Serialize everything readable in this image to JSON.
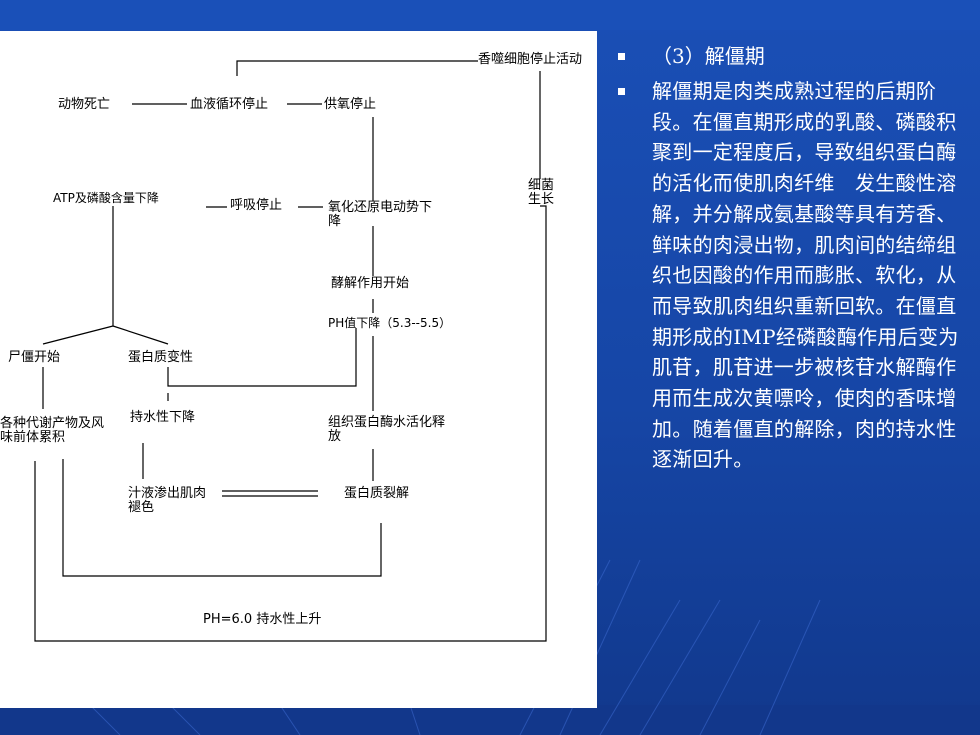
{
  "diagram": {
    "labels": {
      "fragrance_cell_stop": "香噬细胞停止活动",
      "animal_death": "动物死亡",
      "blood_circulation_stop": "血液循环停止",
      "oxygen_supply_stop": "供氧停止",
      "bacteria_growth": "细菌生长",
      "atp_decrease": "ATP及磷酸含量下降",
      "respiration_stop": "呼吸停止",
      "redox_potential_drop": "氧化还原电动势下降",
      "glycolysis_start": "酵解作用开始",
      "ph_drop": "PH值下降（5.3--5.5）",
      "rigor_start": "尸僵开始",
      "protein_denature": "蛋白质变性",
      "metabolites_accumulate": "各种代谢产物及风味前体累积",
      "water_holding_drop": "持水性下降",
      "tissue_enzyme_activation": "组织蛋白酶水活化释放",
      "juice_exudation": "汁液渗出肌肉褪色",
      "protein_breakdown": "蛋白质裂解",
      "ph_rise": "PH=6.0 持水性上升"
    }
  },
  "text_panel": {
    "title": "（3）解僵期",
    "body": "解僵期是肉类成熟过程的后期阶段。在僵直期形成的乳酸、磷酸积聚到一定程度后，导致组织蛋白酶的活化而使肌肉纤维　发生酸性溶解，并分解成氨基酸等具有芳香、鲜味的肉浸出物，肌肉间的结缔组织也因酸的作用而膨胀、软化，从而导致肌肉组织重新回软。在僵直期形成的IMP经磷酸酶作用后变为肌苷，肌苷进一步被核苷水解酶作用而生成次黄嘌呤，使肉的香味增加。随着僵直的解除，肉的持水性逐渐回升。"
  },
  "colors": {
    "background": "#1a4fb6",
    "text": "#ffffff",
    "panel": "#ffffff"
  }
}
